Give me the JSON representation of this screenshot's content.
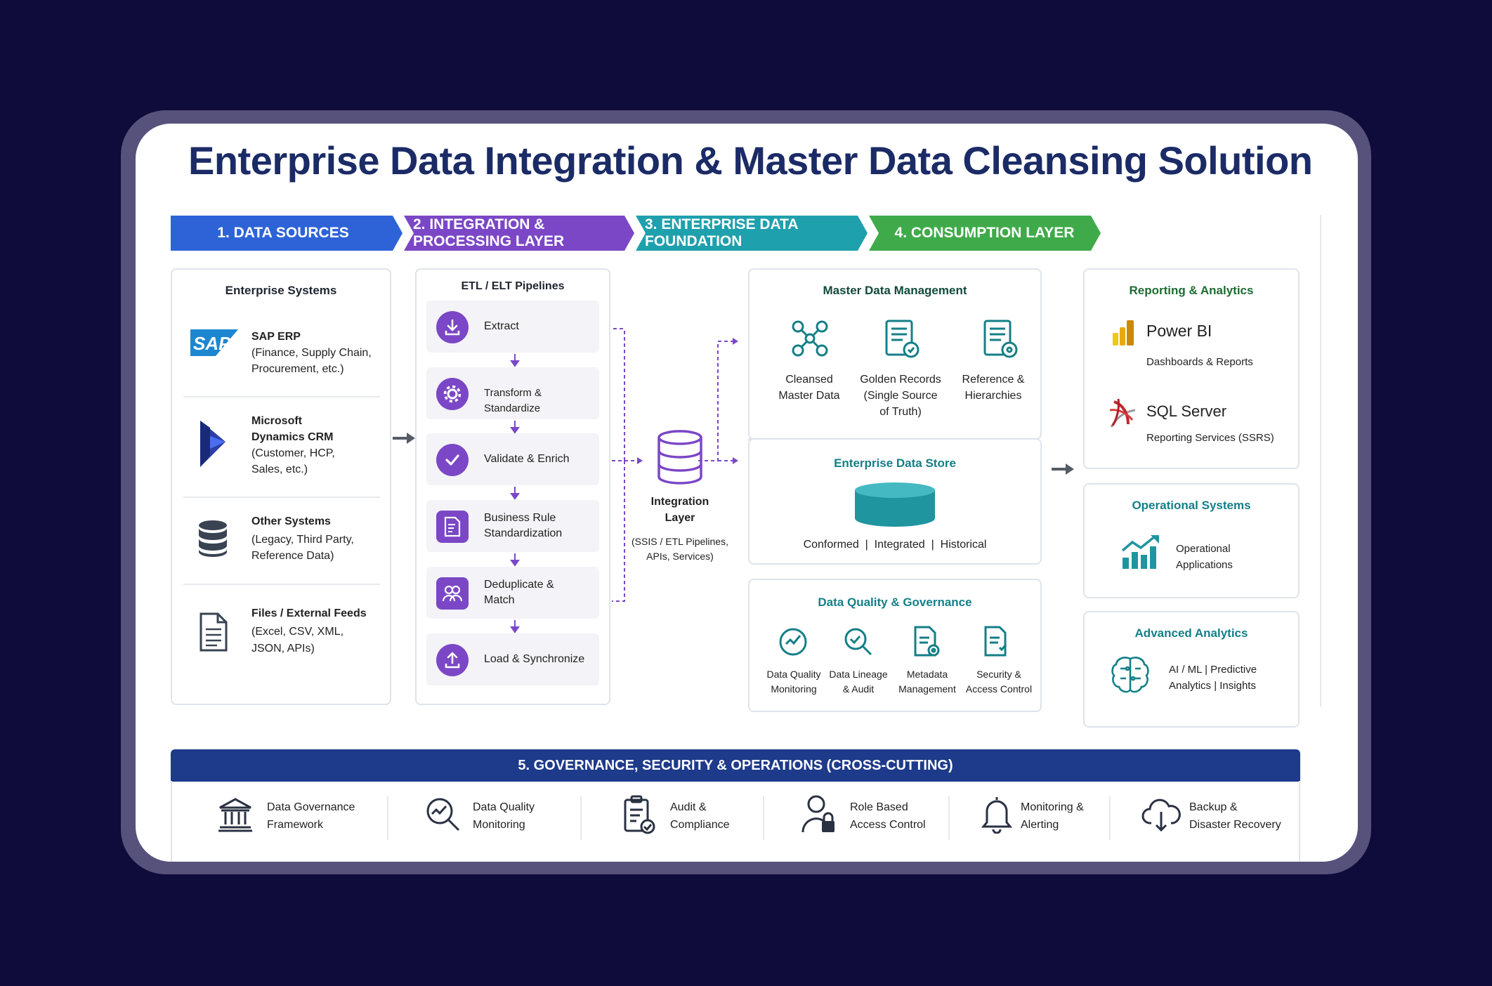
{
  "title": "Enterprise Data Integration & Master Data Cleansing Solution",
  "banners": [
    {
      "label": "1. DATA SOURCES",
      "color": "#2d63d6"
    },
    {
      "label": "2. INTEGRATION & PROCESSING LAYER",
      "color": "#7b47c6"
    },
    {
      "label": "3. ENTERPRISE DATA FOUNDATION",
      "color": "#1fa0ad"
    },
    {
      "label": "4. CONSUMPTION LAYER",
      "color": "#3faa4a"
    }
  ],
  "sources": {
    "heading": "Enterprise Systems",
    "items": [
      {
        "icon": "sap-logo-icon",
        "title": "SAP ERP",
        "desc1": "(Finance, Supply Chain,",
        "desc2": "Procurement, etc.)"
      },
      {
        "icon": "microsoft-dynamics-icon",
        "title1": "Microsoft",
        "title2": "Dynamics CRM",
        "desc1": "(Customer, HCP,",
        "desc2": "Sales, etc.)"
      },
      {
        "icon": "database-icon",
        "title": "Other Systems",
        "desc1": "(Legacy, Third Party,",
        "desc2": "Reference Data)"
      },
      {
        "icon": "document-icon",
        "title": "Files / External Feeds",
        "desc1": "(Excel, CSV, XML,",
        "desc2": "JSON, APIs)"
      }
    ],
    "sap_logo_text": "SAP"
  },
  "pipelines": {
    "heading": "ETL / ELT Pipelines",
    "steps": [
      {
        "label": "Extract",
        "icon": "download-icon"
      },
      {
        "label": "Transform & Standardize",
        "icon": "gear-icon"
      },
      {
        "label": "Validate & Enrich",
        "icon": "checkmark-icon"
      },
      {
        "label1": "Business Rule",
        "label2": "Standardization",
        "icon": "rules-document-icon"
      },
      {
        "label1": "Deduplicate &",
        "label2": "Match",
        "icon": "users-icon"
      },
      {
        "label": "Load & Synchronize",
        "icon": "upload-icon"
      }
    ]
  },
  "integration": {
    "title1": "Integration",
    "title2": "Layer",
    "desc1": "(SSIS / ETL Pipelines,",
    "desc2": "APIs, Services)"
  },
  "mdm": {
    "heading": "Master Data Management",
    "items": [
      {
        "icon": "network-nodes-icon",
        "l1": "Cleansed",
        "l2": "Master Data",
        "l3": ""
      },
      {
        "icon": "golden-record-icon",
        "l1": "Golden Records",
        "l2": "(Single Source",
        "l3": "of Truth)"
      },
      {
        "icon": "hierarchy-document-icon",
        "l1": "Reference &",
        "l2": "Hierarchies",
        "l3": ""
      }
    ]
  },
  "eds": {
    "heading": "Enterprise Data Store",
    "caption": "Conformed  |  Integrated  |  Historical"
  },
  "dq": {
    "heading": "Data Quality & Governance",
    "items": [
      {
        "icon": "quality-gauge-icon",
        "l1": "Data Quality",
        "l2": "Monitoring"
      },
      {
        "icon": "magnifier-check-icon",
        "l1": "Data Lineage",
        "l2": "& Audit"
      },
      {
        "icon": "metadata-document-icon",
        "l1": "Metadata",
        "l2": "Management"
      },
      {
        "icon": "secure-document-icon",
        "l1": "Security &",
        "l2": "Access Control"
      }
    ]
  },
  "consumption": {
    "reporting": {
      "heading": "Reporting & Analytics",
      "powerbi_name": "Power BI",
      "powerbi_desc": "Dashboards & Reports",
      "sql_name": "SQL Server",
      "sql_desc": "Reporting Services (SSRS)"
    },
    "operational": {
      "heading": "Operational Systems",
      "l1": "Operational",
      "l2": "Applications"
    },
    "advanced": {
      "heading": "Advanced Analytics",
      "l1": "AI / ML | Predictive",
      "l2": "Analytics | Insights"
    }
  },
  "governance": {
    "banner": "5. GOVERNANCE, SECURITY & OPERATIONS (CROSS-CUTTING)",
    "items": [
      {
        "icon": "institution-icon",
        "l1": "Data Governance",
        "l2": "Framework"
      },
      {
        "icon": "search-chart-icon",
        "l1": "Data Quality",
        "l2": "Monitoring"
      },
      {
        "icon": "clipboard-check-icon",
        "l1": "Audit &",
        "l2": "Compliance"
      },
      {
        "icon": "user-lock-icon",
        "l1": "Role Based",
        "l2": "Access Control"
      },
      {
        "icon": "bell-icon",
        "l1": "Monitoring &",
        "l2": "Alerting"
      },
      {
        "icon": "cloud-download-icon",
        "l1": "Backup &",
        "l2": "Disaster Recovery"
      }
    ]
  }
}
